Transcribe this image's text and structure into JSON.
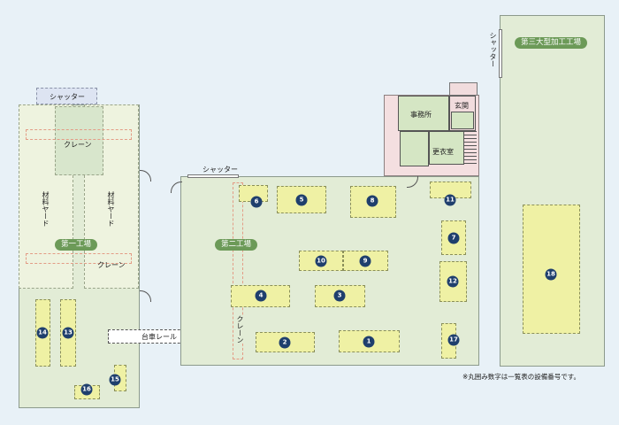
{
  "buildings": {
    "b1": {
      "name": "第一工場"
    },
    "b2": {
      "name": "第二工場"
    },
    "b3": {
      "name": "第三大型加工工場"
    }
  },
  "labels": {
    "shutter": "シャッター",
    "crane": "クレーン",
    "material_yard": "材料ヤード",
    "dolly_rail": "台車レール",
    "office": "事務所",
    "entrance": "玄関",
    "locker_room": "更衣室"
  },
  "equipment": [
    "1",
    "2",
    "3",
    "4",
    "5",
    "6",
    "7",
    "8",
    "9",
    "10",
    "11",
    "12",
    "13",
    "14",
    "15",
    "16",
    "17",
    "18"
  ],
  "note": "※丸囲み数字は一覧表の設備番号です。",
  "colors": {
    "background": "#e8f1f7",
    "building_fill": "#e2ecd6",
    "zone_fill": "#eef3df",
    "equipment_fill": "#eff1a4",
    "number_badge": "#1f3f6d",
    "hall_label": "#6c9a58",
    "crane_rail": "#e39c86"
  }
}
